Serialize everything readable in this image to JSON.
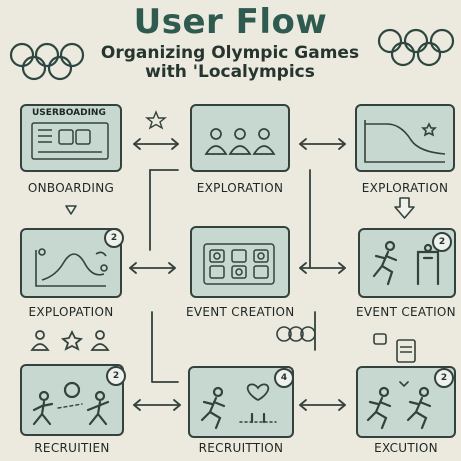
{
  "header": {
    "title": "User Flow",
    "subtitle_line1": "Organizing  Olympic Games",
    "subtitle_line2": "with 'Localympics"
  },
  "cards": [
    {
      "label": "ONBOARDING",
      "inner": "USERBOADING",
      "badge": ""
    },
    {
      "label": "EXPLORATION",
      "badge": ""
    },
    {
      "label": "EXPLORATION",
      "badge": ""
    },
    {
      "label": "EXPLOPATION",
      "badge": "2"
    },
    {
      "label": "EVENT CREATION",
      "badge": ""
    },
    {
      "label": "EVENT CEATION",
      "badge": "2"
    },
    {
      "label": "RECRUITIEN",
      "badge": "2"
    },
    {
      "label": "RECRUITTION",
      "badge": "4"
    },
    {
      "label": "EXCUTION",
      "badge": "2"
    }
  ],
  "colors": {
    "background": "#ece9df",
    "card": "#c7d8d1",
    "ink": "#34423d",
    "title": "#2f5a4f"
  }
}
